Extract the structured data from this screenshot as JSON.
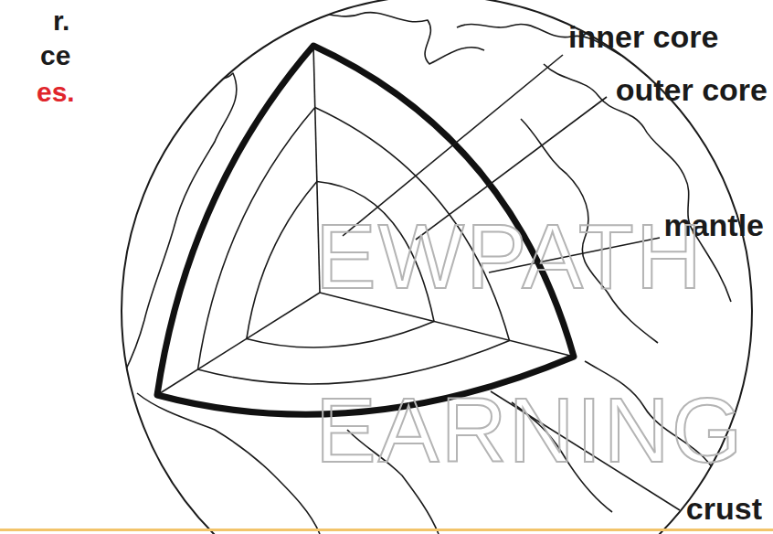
{
  "diagram": {
    "labels": [
      "r.",
      "ce",
      "es.",
      "inner core",
      "outer core",
      "mantle",
      "crust",
      "EWPATH",
      "EARNING"
    ]
  }
}
